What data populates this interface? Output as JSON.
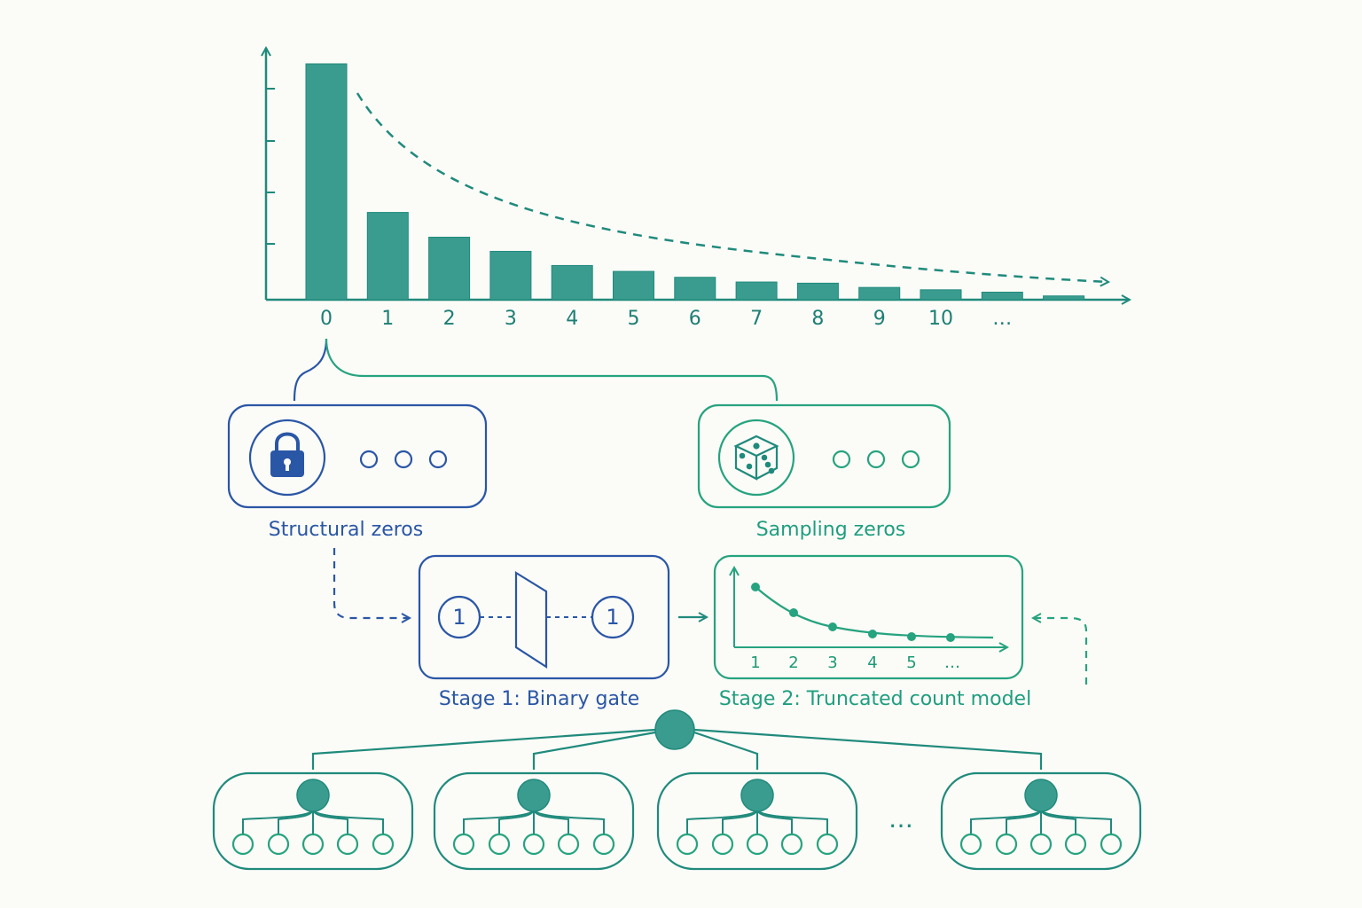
{
  "colors": {
    "teal": "#3a9c8f",
    "teal_line": "#1f8a7c",
    "green": "#26a37f",
    "blue": "#2a56a6",
    "background": "#fbfbf7"
  },
  "chart_data": {
    "type": "bar",
    "categories": [
      "0",
      "1",
      "2",
      "3",
      "4",
      "5",
      "6",
      "7",
      "8",
      "9",
      "10",
      "…"
    ],
    "values": [
      100,
      37,
      26.5,
      20.5,
      14.5,
      12,
      9.5,
      7.5,
      7,
      5.2,
      4.2,
      3.2,
      1.6
    ],
    "ylim": [
      0,
      105
    ],
    "grid": false,
    "trend_line": "dashed decaying curve with arrow"
  },
  "zeros": {
    "structural": {
      "label": "Structural zeros",
      "icon": "lock-icon"
    },
    "sampling": {
      "label": "Sampling zeros",
      "icon": "dice-icon"
    }
  },
  "stages": {
    "stage1": {
      "label": "Stage 1: Binary gate",
      "in_value": "1",
      "out_value": "1"
    },
    "stage2": {
      "label": "Stage 2: Truncated count model",
      "ticks": [
        "1",
        "2",
        "3",
        "4",
        "5",
        "…"
      ]
    }
  },
  "hierarchy": {
    "ellipsis": "…"
  }
}
